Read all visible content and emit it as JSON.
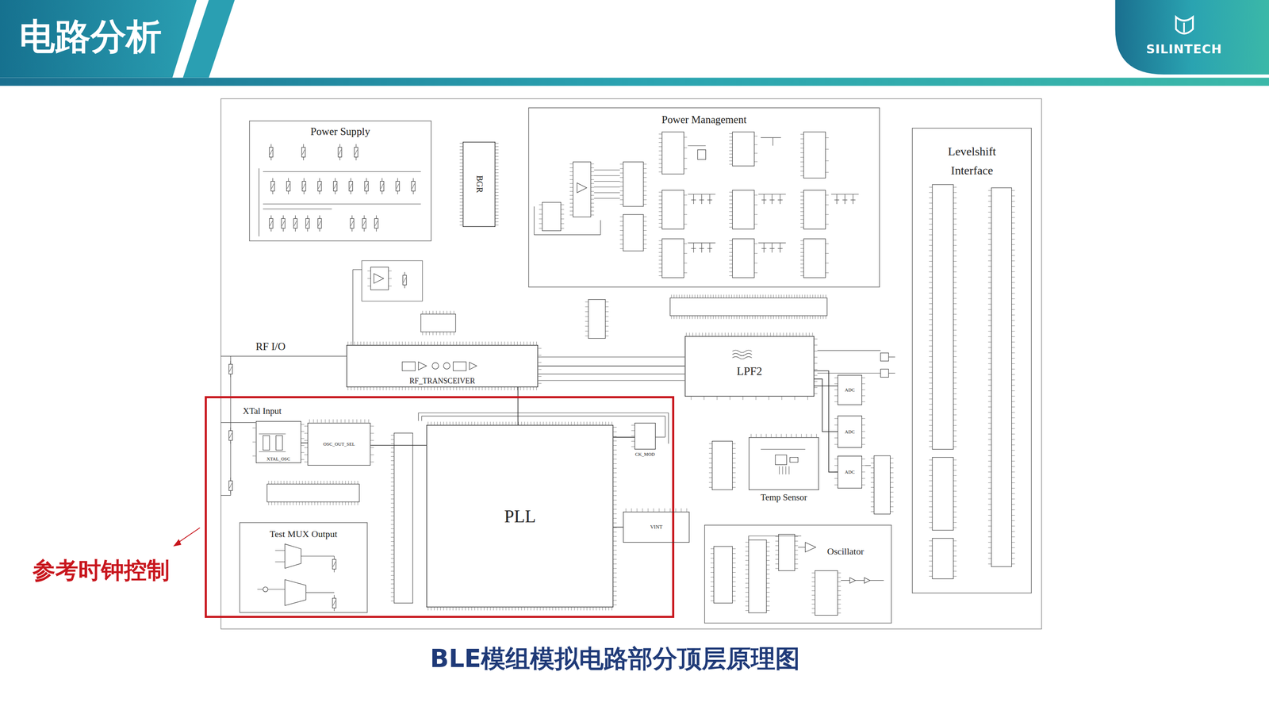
{
  "diagram": {
    "title": "电路分析",
    "caption": "BLE模组模拟电路部分顶层原理图",
    "nodes": [
      {
        "text": [
          "Power Supply"
        ]
      },
      {
        "text": [
          "BGR"
        ]
      },
      {
        "text": [
          "Power Management"
        ]
      },
      {
        "text": [
          "Levelshift Interface"
        ]
      },
      {
        "text": [
          "RF_TRANSCEIVER"
        ]
      },
      {
        "text": [
          "LPF2"
        ]
      },
      {
        "text": [
          "参考时钟控制"
        ]
      },
      {
        "text": [
          "XTAL_OSC"
        ],
        "in": 6
      },
      {
        "text": [
          "OSC_OUT_SEL"
        ],
        "in": 6
      },
      {
        "text": [
          "CK_MOD"
        ],
        "in": 6
      },
      {
        "text": [
          "PLL"
        ],
        "in": 6
      },
      {
        "text": [
          "VINT"
        ]
      },
      {
        "text": [
          "Test MUX Output"
        ],
        "in": 6
      },
      {
        "text": [
          "ADC"
        ]
      },
      {
        "text": [
          "ADC"
        ]
      },
      {
        "text": [
          "ADC"
        ]
      },
      {
        "text": [
          "Temp Sensor"
        ]
      },
      {
        "text": [
          "Oscillator"
        ]
      }
    ],
    "edges": [
      {
        "from": 4,
        "to": 5,
        "arrow": "none"
      },
      {
        "from": 5,
        "to": 13,
        "arrow": "none"
      },
      {
        "from": 5,
        "to": 14,
        "arrow": "none"
      },
      {
        "from": 5,
        "to": 15,
        "arrow": "none"
      },
      {
        "from": 10,
        "to": 4,
        "arrow": "none"
      },
      {
        "from": 10,
        "to": 9,
        "arrow": "none"
      },
      {
        "from": 10,
        "to": 11,
        "arrow": "none"
      },
      {
        "from": 7,
        "to": 8,
        "arrow": "none"
      },
      {
        "from": 8,
        "to": 10,
        "arrow": "none"
      }
    ],
    "labels": [
      "SILINTECH",
      "RF I/O",
      "XTal Input"
    ]
  }
}
